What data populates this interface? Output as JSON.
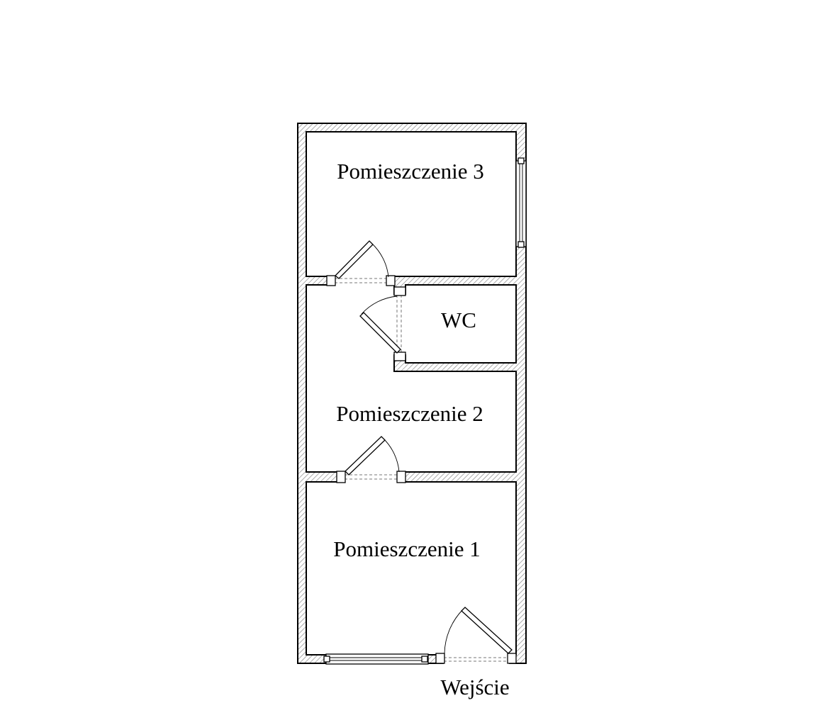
{
  "plan": {
    "colors": {
      "wall": "#000000",
      "hatch": "#8a8a8a",
      "background": "#ffffff"
    },
    "rooms": {
      "room3": "Pomieszczenie 3",
      "wc": "WC",
      "room2": "Pomieszczenie 2",
      "room1": "Pomieszczenie 1"
    },
    "entrance": "Wejście"
  }
}
